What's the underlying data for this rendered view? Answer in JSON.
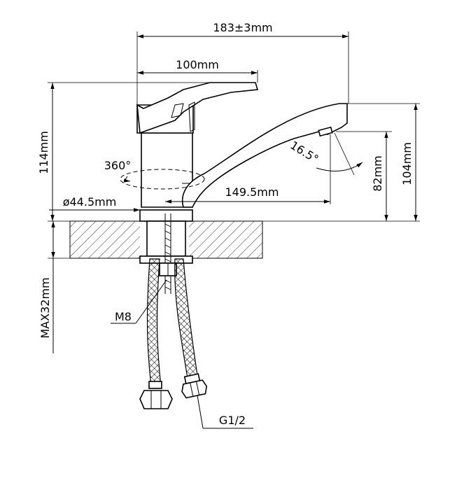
{
  "drawing": {
    "dimensions": {
      "overall_length": "183±3mm",
      "handle_length": "100mm",
      "total_height": "114mm",
      "rotation": "360°",
      "base_diameter": "ø44.5mm",
      "spout_reach": "149.5mm",
      "spout_angle": "16.5°",
      "spout_outlet_height": "82mm",
      "spout_top_height": "104mm",
      "max_deck_thickness": "MAX32mm"
    },
    "labels": {
      "stud_thread": "M8",
      "hose_thread": "G1/2"
    }
  }
}
